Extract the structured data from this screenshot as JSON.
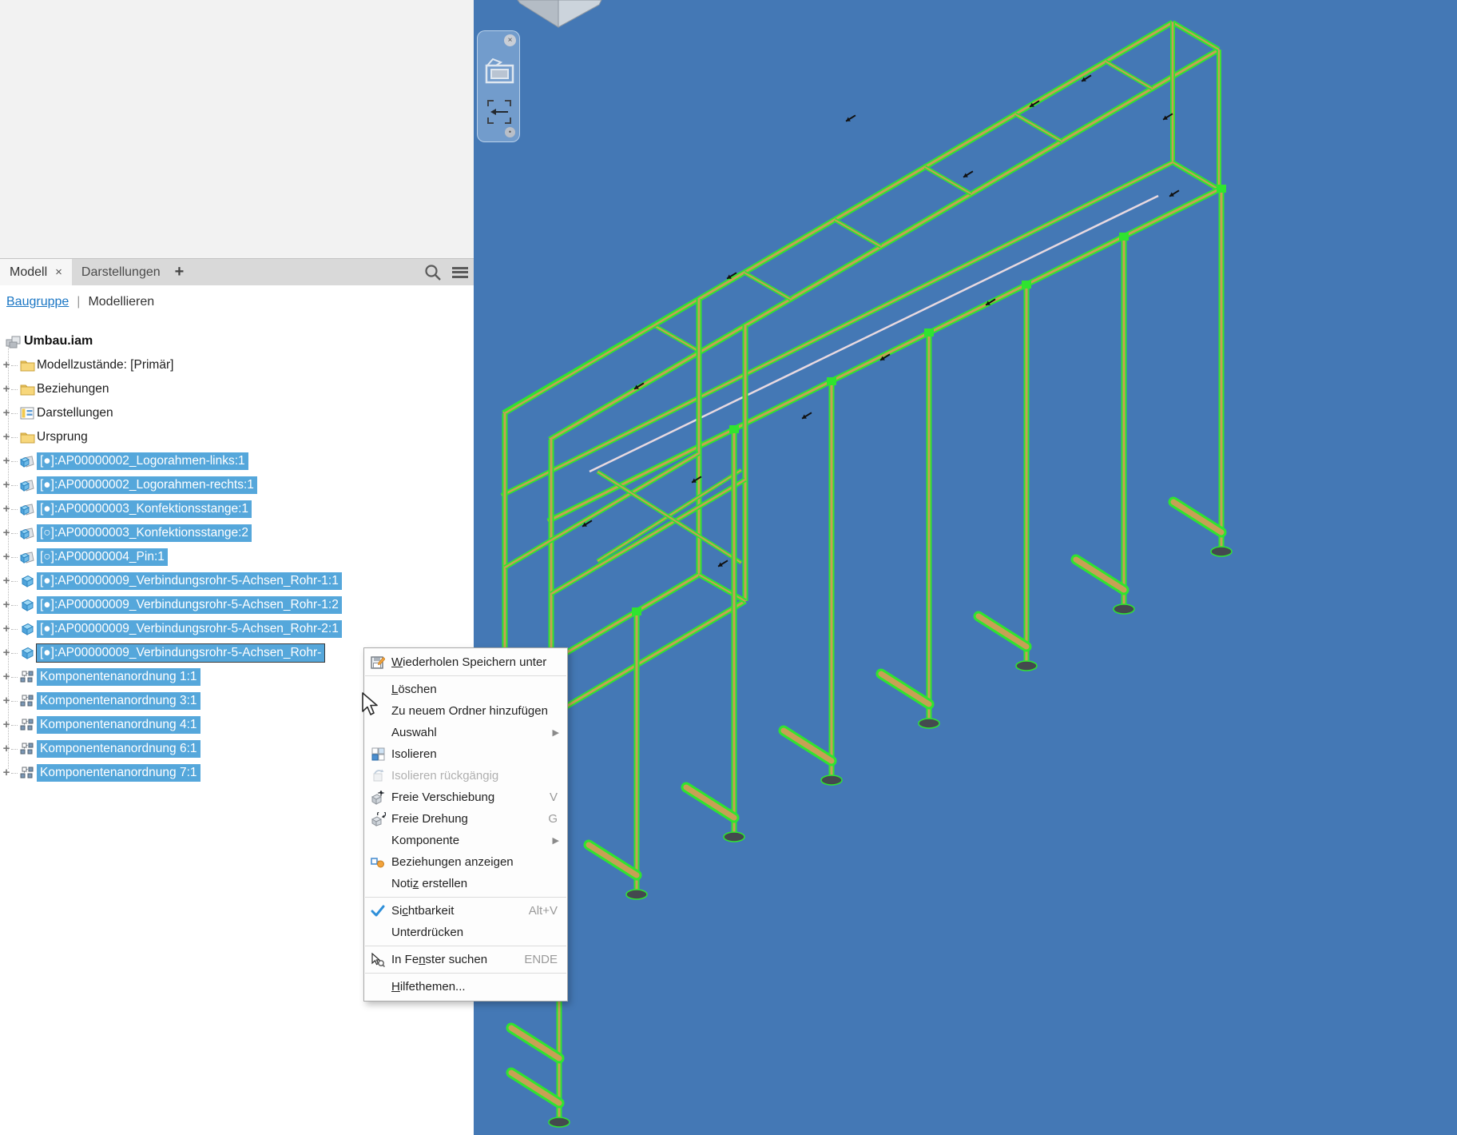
{
  "panel": {
    "tabs": [
      {
        "label": "Modell",
        "active": true,
        "close_glyph": "×"
      },
      {
        "label": "Darstellungen",
        "active": false
      }
    ],
    "add_tab_glyph": "+",
    "toolbar_icons": [
      "search-icon",
      "hamburger-menu-icon"
    ],
    "mode_links": [
      {
        "label": "Baugruppe",
        "active": true
      },
      {
        "label": "Modellieren",
        "active": false
      }
    ],
    "mode_separator": "|"
  },
  "tree": {
    "root_label": "Umbau.iam",
    "items": [
      {
        "label": "Modellzustände: [Primär]",
        "icon": "folder",
        "selected": false
      },
      {
        "label": "Beziehungen",
        "icon": "folder",
        "selected": false
      },
      {
        "label": "Darstellungen",
        "icon": "views",
        "selected": false
      },
      {
        "label": "Ursprung",
        "icon": "folder",
        "selected": false
      },
      {
        "label": "[●]:AP00000002_Logorahmen-links:1",
        "icon": "component",
        "selected": true
      },
      {
        "label": "[●]:AP00000002_Logorahmen-rechts:1",
        "icon": "component",
        "selected": true
      },
      {
        "label": "[●]:AP00000003_Konfektionsstange:1",
        "icon": "component",
        "selected": true
      },
      {
        "label": "[○]:AP00000003_Konfektionsstange:2",
        "icon": "component",
        "selected": true
      },
      {
        "label": "[○]:AP00000004_Pin:1",
        "icon": "component",
        "selected": true
      },
      {
        "label": "[●]:AP00000009_Verbindungsrohr-5-Achsen_Rohr-1:1",
        "icon": "part",
        "selected": true
      },
      {
        "label": "[●]:AP00000009_Verbindungsrohr-5-Achsen_Rohr-1:2",
        "icon": "part",
        "selected": true
      },
      {
        "label": "[●]:AP00000009_Verbindungsrohr-5-Achsen_Rohr-2:1",
        "icon": "part",
        "selected": true
      },
      {
        "label": "[●]:AP00000009_Verbindungsrohr-5-Achsen_Rohr-",
        "icon": "part",
        "selected": true,
        "focused": true,
        "truncated": true
      },
      {
        "label": "Komponentenanordnung 1:1",
        "icon": "pattern",
        "selected": true
      },
      {
        "label": "Komponentenanordnung 3:1",
        "icon": "pattern",
        "selected": true
      },
      {
        "label": "Komponentenanordnung 4:1",
        "icon": "pattern",
        "selected": true
      },
      {
        "label": "Komponentenanordnung 6:1",
        "icon": "pattern",
        "selected": true
      },
      {
        "label": "Komponentenanordnung 7:1",
        "icon": "pattern",
        "selected": true
      }
    ],
    "selection_color": "#55A7DB"
  },
  "context_menu": {
    "items": [
      {
        "label": "Wiederholen Speichern unter",
        "mnemonic_index": 0,
        "icon": "save-redo-icon"
      },
      {
        "type": "separator"
      },
      {
        "label": "Löschen",
        "mnemonic_index": 0
      },
      {
        "label": "Zu neuem Ordner hinzufügen"
      },
      {
        "label": "Auswahl",
        "submenu": true
      },
      {
        "label": "Isolieren",
        "icon": "isolate-icon"
      },
      {
        "label": "Isolieren rückgängig",
        "icon": "isolate-undo-icon",
        "disabled": true
      },
      {
        "label": "Freie Verschiebung",
        "shortcut": "V",
        "icon": "free-move-icon"
      },
      {
        "label": "Freie Drehung",
        "shortcut": "G",
        "icon": "free-rotate-icon"
      },
      {
        "label": "Komponente",
        "submenu": true
      },
      {
        "label": "Beziehungen anzeigen",
        "icon": "relationships-icon"
      },
      {
        "label": "Notiz erstellen",
        "mnemonic_index": 4
      },
      {
        "type": "separator"
      },
      {
        "label": "Sichtbarkeit",
        "mnemonic_index": 2,
        "shortcut": "Alt+V",
        "icon": "checkmark-icon",
        "checked": true
      },
      {
        "label": "Unterdrücken"
      },
      {
        "type": "separator"
      },
      {
        "label": "In Fenster suchen",
        "mnemonic_index": 5,
        "shortcut": "ENDE",
        "icon": "find-in-window-icon"
      },
      {
        "type": "separator"
      },
      {
        "label": "Hilfethemen...",
        "mnemonic_index": 0
      }
    ],
    "submenu_arrow_glyph": "▶"
  },
  "viewport": {
    "background_color": "#4478B5",
    "selection_green": "#2FE42F",
    "beam_tan": "#C8A055",
    "accent_line_pink": "#E8D9E0",
    "foot_color": "#44494E",
    "mini_toolbar": {
      "close_glyph": "×",
      "gear_glyph": "•"
    }
  }
}
